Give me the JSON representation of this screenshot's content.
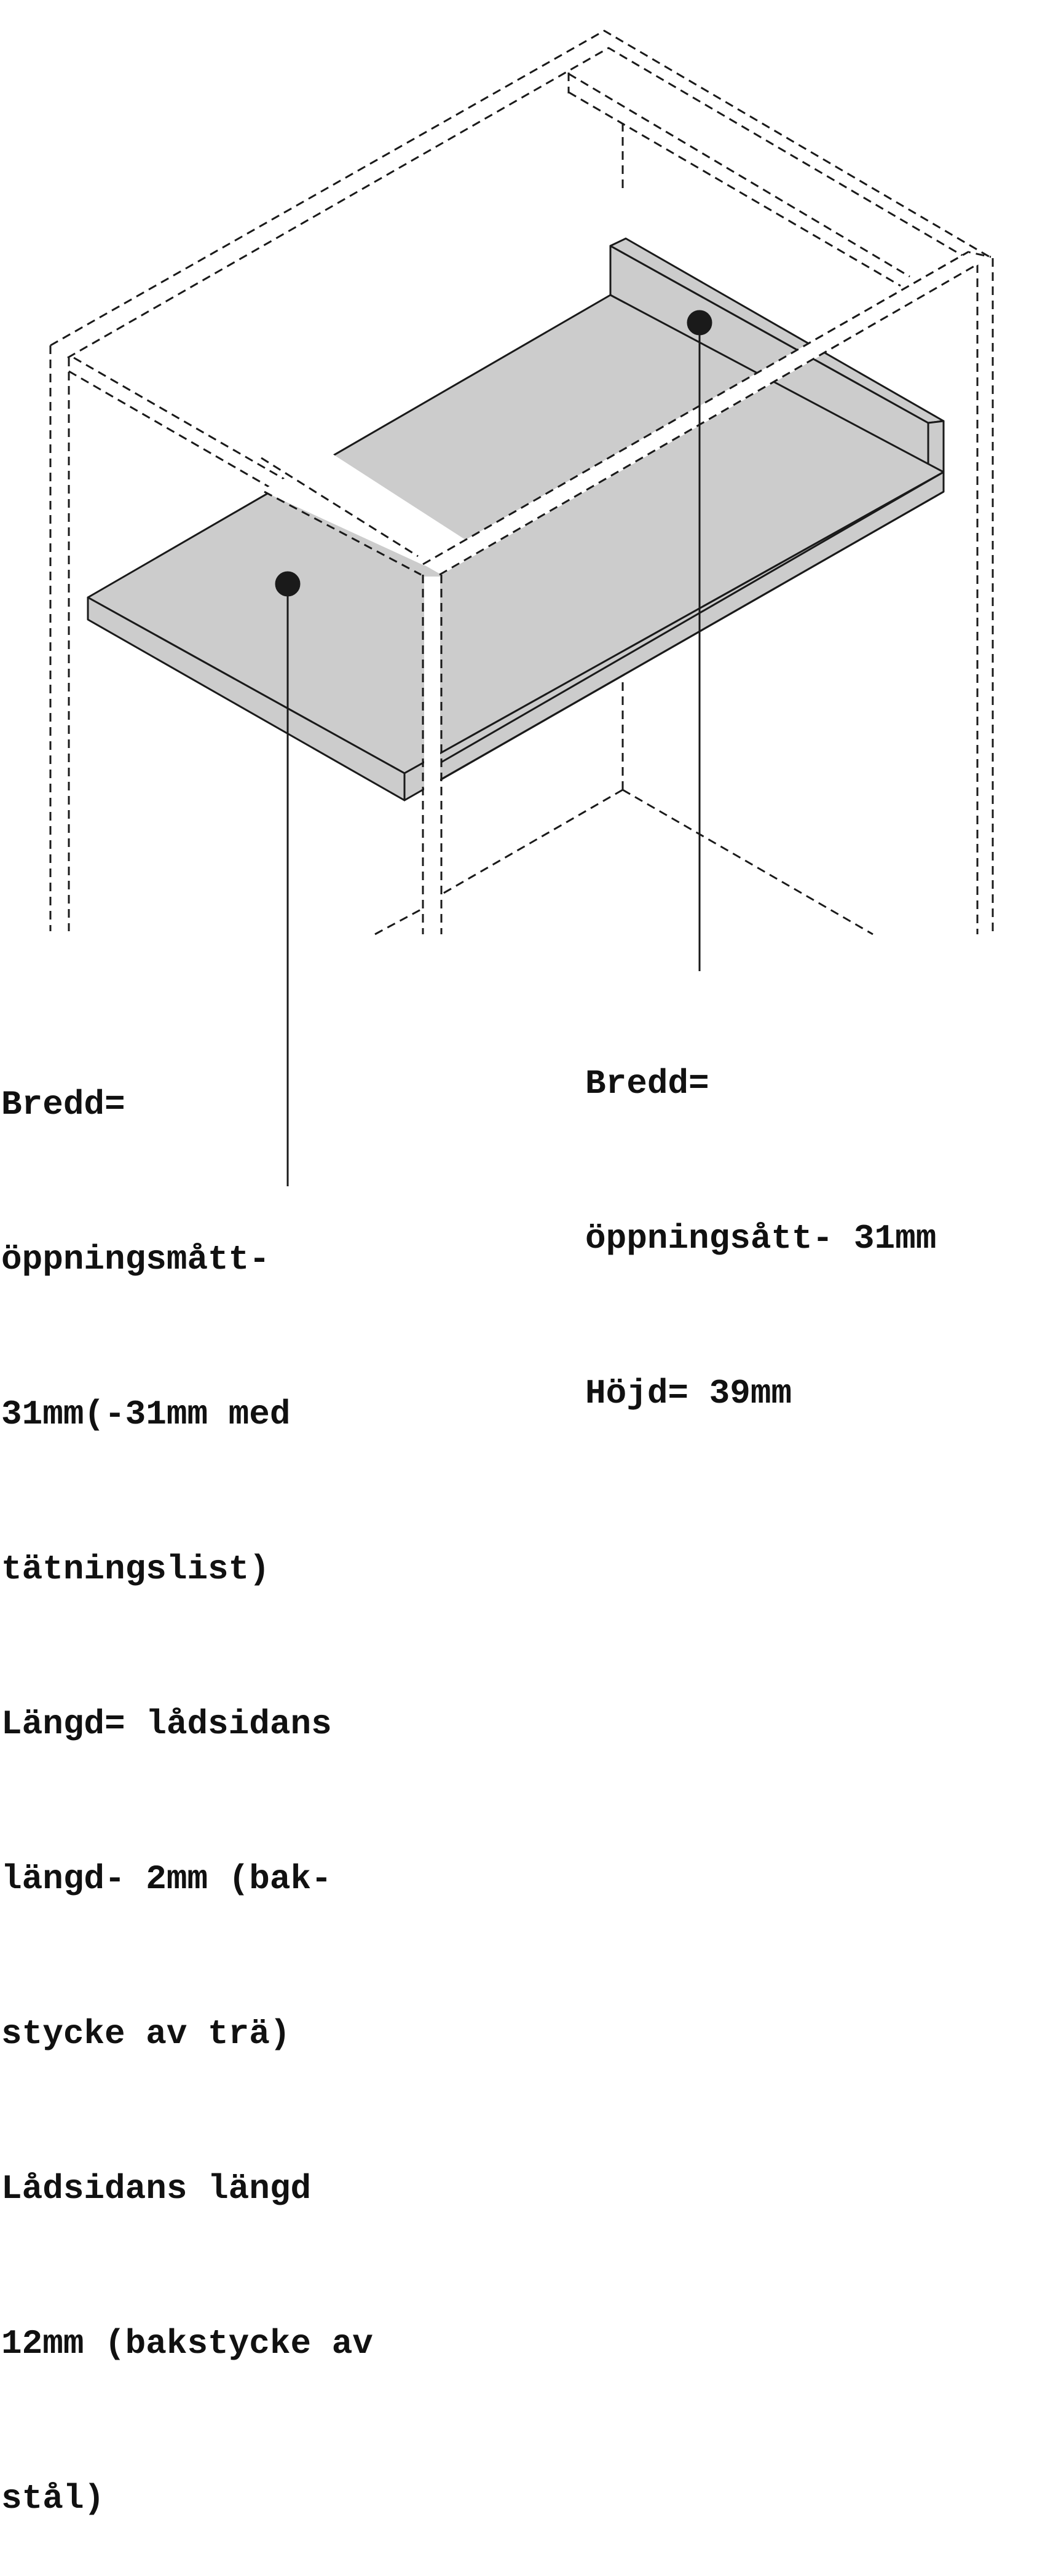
{
  "colors": {
    "panel_fill": "#cccccc",
    "line": "#1a1a1a",
    "background": "#ffffff"
  },
  "callouts": {
    "left": {
      "lines": [
        "Bredd=",
        "öppningsmått-",
        "31mm(-31mm med",
        "tätningslist)",
        "Längd= lådsidans",
        "längd- 2mm (bak-",
        "stycke av trä)",
        "Lådsidans längd",
        "12mm (bakstycke av",
        "stål)"
      ]
    },
    "right": {
      "lines": [
        "Bredd=",
        "öppningsått- 31mm",
        "Höjd= 39mm"
      ]
    }
  }
}
